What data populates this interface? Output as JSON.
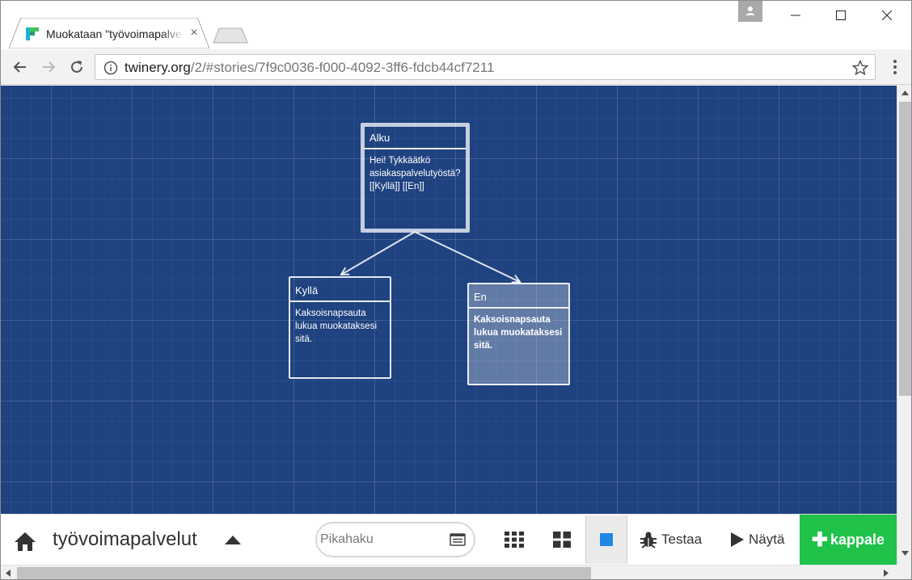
{
  "browser": {
    "tab_title": "Muokataan \"työvoimapalvelut\"",
    "url_host": "twinery.org",
    "url_path": "/2/#stories/7f9c0036-f000-4092-3ff6-fdcb44cf7211"
  },
  "story": {
    "passages": [
      {
        "title": "Alku",
        "body": "Hei! Tykkäätkö asiakaspalvelutyöstä? [[Kyllä]] [[En]]"
      },
      {
        "title": "Kyllä",
        "body": "Kaksoisnapsauta lukua muokataksesi sitä."
      },
      {
        "title": "En",
        "body": "Kaksoisnapsauta lukua muokataksesi sitä."
      }
    ]
  },
  "bottombar": {
    "story_name": "työvoimapalvelut",
    "quickfind_placeholder": "Pikahaku",
    "test_label": "Testaa",
    "play_label": "Näytä",
    "add_label": "kappale"
  },
  "colors": {
    "map_background": "#1f4280",
    "add_button": "#20c24a"
  }
}
